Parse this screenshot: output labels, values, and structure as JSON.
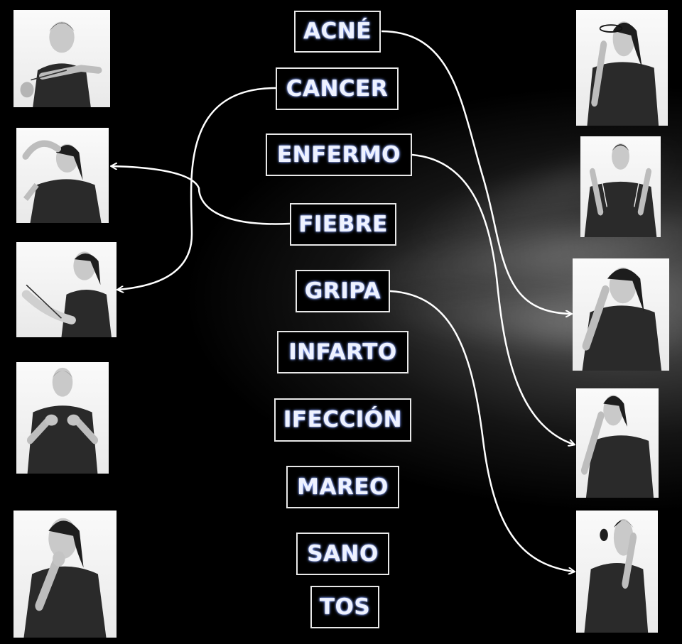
{
  "words": [
    "ACNÉ",
    "CANCER",
    "ENFERMO",
    "FIEBRE",
    "GRIPA",
    "INFARTO",
    "IFECCIÓN",
    "MAREO",
    "SANO",
    "TOS"
  ],
  "photos": {
    "left": [
      "sign-photo-1",
      "sign-photo-2",
      "sign-photo-3",
      "sign-photo-4",
      "sign-photo-5"
    ],
    "right": [
      "sign-photo-6",
      "sign-photo-7",
      "sign-photo-8",
      "sign-photo-9",
      "sign-photo-10"
    ]
  },
  "connections": [
    {
      "word": "ACNÉ",
      "photo": "right-3"
    },
    {
      "word": "CANCER",
      "photo": "left-3"
    },
    {
      "word": "ENFERMO",
      "photo": "right-4"
    },
    {
      "word": "FIEBRE",
      "photo": "left-2"
    },
    {
      "word": "GRIPA",
      "photo": "right-5"
    }
  ],
  "colors": {
    "background": "#000000",
    "box_border": "#e8e8e8",
    "text_glow": "#7f9cff",
    "arrow": "#ffffff"
  }
}
